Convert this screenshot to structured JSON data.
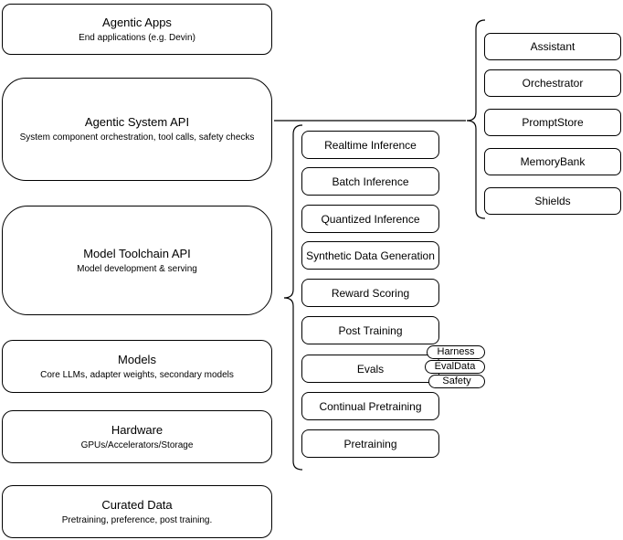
{
  "left_column": [
    {
      "title": "Agentic Apps",
      "subtitle": "End applications (e.g. Devin)"
    },
    {
      "title": "Agentic System API",
      "subtitle": "System component orchestration, tool calls, safety checks"
    },
    {
      "title": "Model Toolchain API",
      "subtitle": "Model development & serving"
    },
    {
      "title": "Models",
      "subtitle": "Core LLMs, adapter weights, secondary models"
    },
    {
      "title": "Hardware",
      "subtitle": "GPUs/Accelerators/Storage"
    },
    {
      "title": "Curated Data",
      "subtitle": "Pretraining, preference, post training."
    }
  ],
  "toolchain_items": [
    "Realtime Inference",
    "Batch Inference",
    "Quantized Inference",
    "Synthetic Data Generation",
    "Reward Scoring",
    "Post Training",
    "Evals",
    "Continual Pretraining",
    "Pretraining"
  ],
  "eval_tags": [
    "Harness",
    "EvalData",
    "Safety"
  ],
  "system_components": [
    "Assistant",
    "Orchestrator",
    "PromptStore",
    "MemoryBank",
    "Shields"
  ],
  "colors": {
    "stroke": "#000000",
    "fill": "#ffffff",
    "text": "#000000",
    "background": "#ffffff"
  }
}
